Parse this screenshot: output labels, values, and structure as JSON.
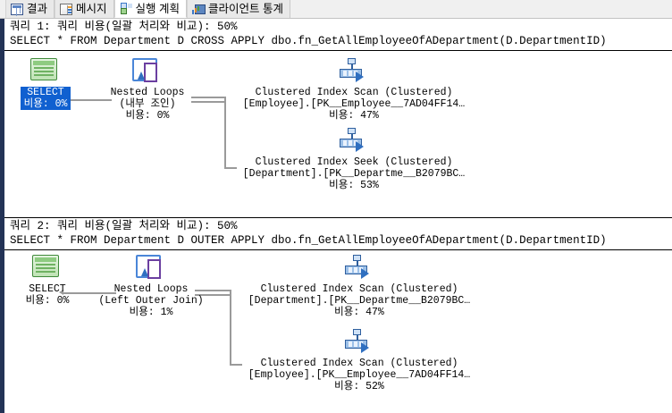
{
  "tabs": [
    {
      "label": "결과",
      "icon": "grid-icon",
      "active": false
    },
    {
      "label": "메시지",
      "icon": "message-icon",
      "active": false
    },
    {
      "label": "실행 계획",
      "icon": "execution-plan-icon",
      "active": true
    },
    {
      "label": "클라이언트 통계",
      "icon": "client-statistics-icon",
      "active": false
    }
  ],
  "plans": [
    {
      "heading": "쿼리 1: 쿼리 비용(일괄 처리와 비교): 50%",
      "sql": "SELECT * FROM Department D CROSS APPLY dbo.fn_GetAllEmployeeOfADepartment(D.DepartmentID)",
      "nodes": {
        "select": {
          "line1": "SELECT",
          "line2": "비용: 0%",
          "icon": "select-result-icon",
          "selected": true
        },
        "join": {
          "line1": "Nested Loops",
          "line2": "(내부 조인)",
          "line3": "비용: 0%",
          "icon": "nested-loops-icon"
        },
        "upper": {
          "line1": "Clustered Index Scan (Clustered)",
          "line2": "[Employee].[PK__Employee__7AD04FF14…",
          "line3": "비용: 47%",
          "icon": "clustered-index-scan-icon"
        },
        "lower": {
          "line1": "Clustered Index Seek (Clustered)",
          "line2": "[Department].[PK__Departme__B2079BC…",
          "line3": "비용: 53%",
          "icon": "clustered-index-seek-icon"
        }
      }
    },
    {
      "heading": "쿼리 2: 쿼리 비용(일괄 처리와 비교): 50%",
      "sql": "SELECT * FROM Department D OUTER APPLY dbo.fn_GetAllEmployeeOfADepartment(D.DepartmentID)",
      "nodes": {
        "select": {
          "line1": "SELECT",
          "line2": "비용: 0%",
          "icon": "select-result-icon",
          "selected": false
        },
        "join": {
          "line1": "Nested Loops",
          "line2": "(Left Outer Join)",
          "line3": "비용: 1%",
          "icon": "nested-loops-icon"
        },
        "upper": {
          "line1": "Clustered Index Scan (Clustered)",
          "line2": "[Department].[PK__Departme__B2079BC…",
          "line3": "비용: 47%",
          "icon": "clustered-index-scan-icon"
        },
        "lower": {
          "line1": "Clustered Index Scan (Clustered)",
          "line2": "[Employee].[PK__Employee__7AD04FF14…",
          "line3": "비용: 52%",
          "icon": "clustered-index-scan-icon"
        }
      }
    }
  ],
  "colors": {
    "selection_blue": "#1060d0",
    "gutter_navy": "#233356",
    "connector_gray": "#9a9a9a",
    "tab_active_bg": "#ffffff"
  }
}
